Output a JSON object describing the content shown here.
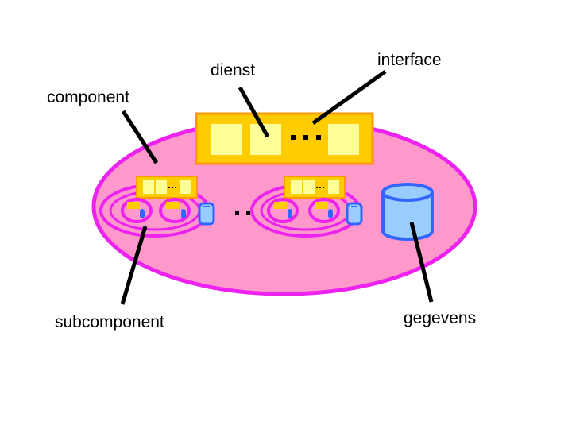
{
  "labels": {
    "dienst": "dienst",
    "interface": "interface",
    "component": "component",
    "subcomponent": "subcomponent",
    "gegevens": "gegevens"
  },
  "colors": {
    "component_fill": "#ff99cc",
    "component_stroke": "#ee22ee",
    "interface_fill": "#ffcc00",
    "interface_stroke": "#ff9900",
    "service_fill": "#ffff99",
    "database_fill": "#99ccff",
    "database_stroke": "#3366ff",
    "line": "#000000"
  },
  "icons": [
    "database-icon",
    "ellipsis-icon"
  ]
}
